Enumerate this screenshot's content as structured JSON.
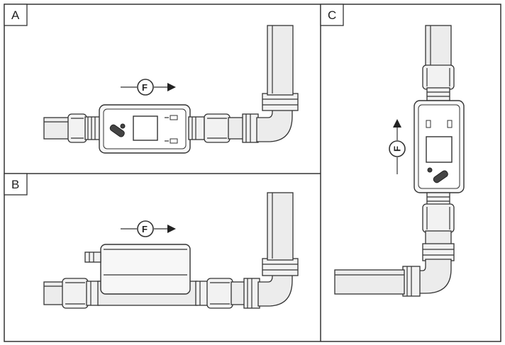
{
  "panels": [
    {
      "id": "A",
      "label": "A"
    },
    {
      "id": "B",
      "label": "B"
    },
    {
      "id": "C",
      "label": "C"
    }
  ],
  "flow_symbol": "F",
  "icons": [
    "flow-direction-arrow-icon",
    "flow-meter-display-icon",
    "pipe-elbow-icon",
    "pipe-union-nut-icon"
  ]
}
